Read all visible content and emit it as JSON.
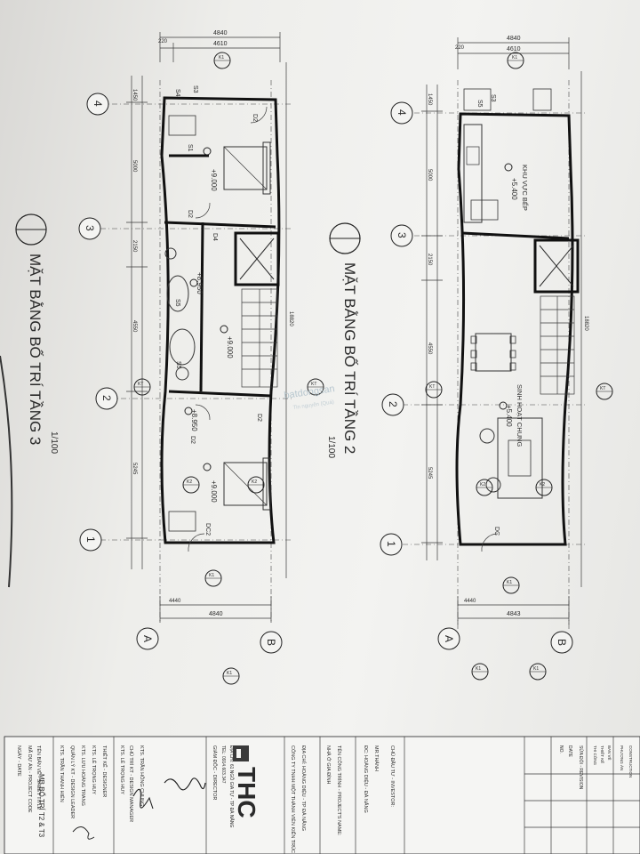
{
  "plans": {
    "floor3": {
      "title": "MẶT BẰNG BỐ TRÍ TẦNG 3",
      "scale": "1/100",
      "levels": {
        "bed_top": "+9.000",
        "wc1": "+8.950",
        "hall": "+9.000",
        "wc2": "+8.950",
        "bed_bottom": "+9.000"
      },
      "rooms": {
        "d2a": "D2",
        "d2b": "D2",
        "d4": "D4",
        "d2c": "D2",
        "d2d": "D2",
        "dc2": "DC2",
        "s1": "S1",
        "s3": "S3",
        "s4": "S4",
        "s5a": "S5",
        "s5b": "S5"
      },
      "dims_top": {
        "overall": "4840",
        "inner": "4610",
        "left": "220"
      },
      "dims_side": {
        "a": "1450",
        "b": "5000",
        "c": "2150",
        "d": "4550",
        "e": "5245",
        "f": "18820"
      },
      "dims_bottom": {
        "a": "4440",
        "overall": "4840"
      }
    },
    "floor2": {
      "title": "MẶT BẰNG BỐ TRÍ TẦNG 2",
      "scale": "1/100",
      "kitchen_label": "KHU VỰC BẾP",
      "kitchen_level": "+5.400",
      "living_label": "SINH HOẠT CHUNG",
      "living_level": "+5.400",
      "rooms": {
        "dc": "DC",
        "s3": "S3",
        "s5": "S5"
      },
      "dims_top": {
        "overall": "4840",
        "inner": "4610",
        "left": "220"
      },
      "dims_side": {
        "a": "1450",
        "b": "5000",
        "c": "2150",
        "d": "4550",
        "e": "5245",
        "f": "18820"
      },
      "dims_bottom": {
        "a": "4440",
        "overall": "4843"
      }
    }
  },
  "grid": {
    "g4": "4",
    "g3": "3",
    "g2": "2",
    "g1": "1",
    "ga": "A",
    "gb": "B"
  },
  "section_tags": {
    "k1": "K1",
    "k2": "K2",
    "kt": "KT"
  },
  "watermark": "batdongsan",
  "watermark_sub": "Tin nguyên (Quá)",
  "title_block": {
    "investor_label": "CHỦ ĐẦU TƯ - INVESTOR:",
    "investor_name": "MR.THÀNH",
    "address_label": "ĐC: HOÀNG DIỆU - ĐÀ NẴNG",
    "project_label": "TÊN CÔNG TRÌNH - PROJECT'S NAME:",
    "project_name": "NHÀ Ở GIA ĐÌNH",
    "location": "ĐỊA CHỈ: HOÀNG DIỆU - TP ĐÀ NẴNG",
    "company_full": "CÔNG TY TNHH MỘT THÀNH VIÊN KIẾN TRÚC",
    "logo": "THC",
    "company_addr": "ĐỊA CHỈ: 61 NGÔ GIA TỰ - TP ĐÀ NẴNG",
    "phone": "TEL: 0914.603.347",
    "director_label": "GIÁM ĐỐC - DIRECTOR",
    "director_name": "KTS. TRẦN HỒNG CHUNG",
    "chief_label": "CHỦ TRÌ KT - DESIGN MANAGER",
    "chief_name": "KTS. LÊ TRỌNG HUY",
    "designer_label": "THIẾT KẾ - DESIGNER",
    "designer_name": "KTS. LÊ TRỌNG HUY",
    "drafter1": "KTS. LƯU HOÀNG TRANG",
    "checker_label": "QUẢN LÝ KT - DESIGN LEADER",
    "drafter2": "KTS. TRẦN THANH HIỂN",
    "sheet_label": "TÊN BẢN VẼ - SHEET TITLE",
    "date_label": "NGÀY - DATE",
    "code_label": "MÃ DỰ ÁN - PROJECT CODE",
    "sheet_title": "MB BỐ TRÍ T2 & T3",
    "rev_header": "SỬA ĐỔI - REVISION",
    "rev_no": "NO.",
    "rev_date": "DATE",
    "stages": [
      "THI CÔNG",
      "THIẾT KẾ",
      "BAN VẼ",
      "PHƯƠNG ÁN",
      "CONSTRUCTION"
    ]
  }
}
